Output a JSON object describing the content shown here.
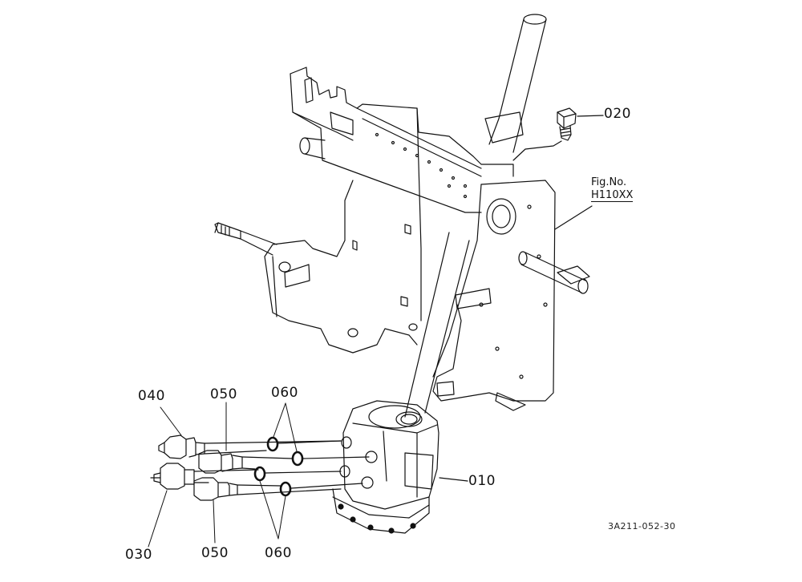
{
  "callouts": {
    "steering_unit": "010",
    "bolt": "020",
    "fitting_lower_left": "030",
    "fitting_upper_left": "040",
    "fitting_top": "050",
    "fitting_bottom": "050",
    "orings_top": "060",
    "orings_bottom": "060"
  },
  "fig_ref": {
    "line1": "Fig.No.",
    "line2": "H110XX"
  },
  "drawing_number": "3A211-052-30"
}
